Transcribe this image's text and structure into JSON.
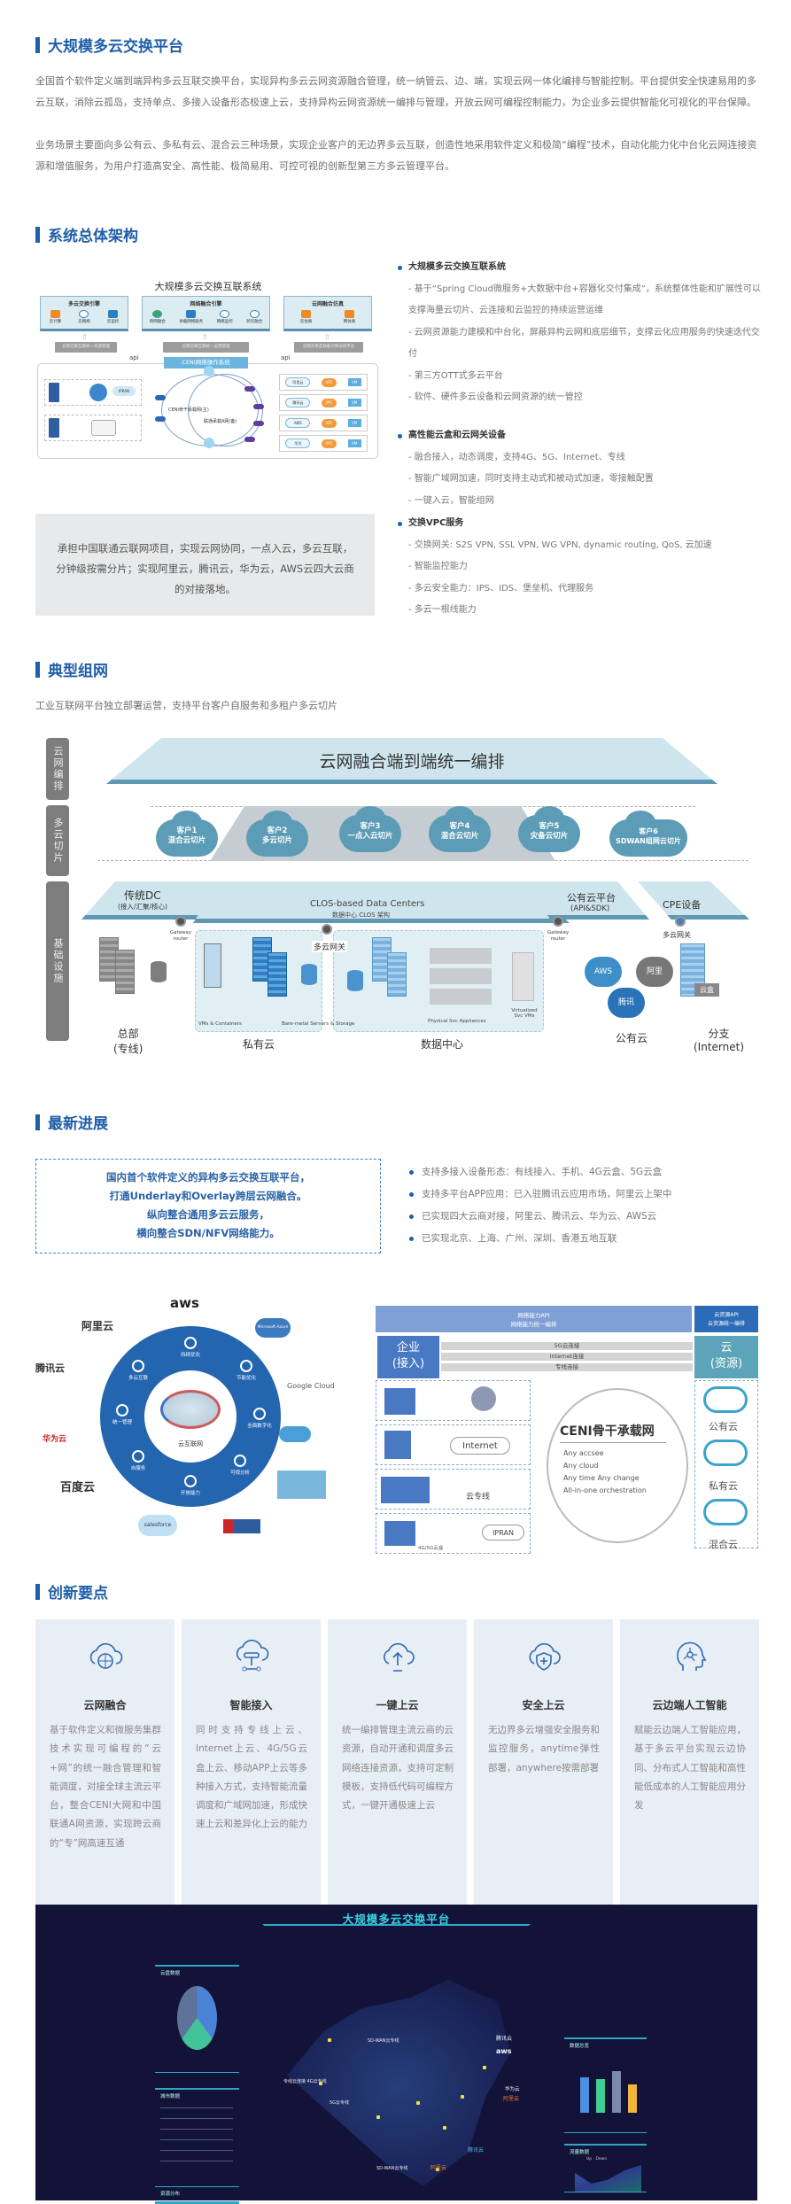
{
  "section1": {
    "title": "大规模多云交换平台",
    "paragraphs": [
      "全国首个软件定义端到端异构多云互联交换平台，实现异构多云云网资源融合管理，统一纳管云、边、端，实现云网一体化编排与智能控制。平台提供安全快速易用的多云互联，消除云孤岛，支持单点、多接入设备形态极速上云，支持异构云网资源统一编排与管理，开放云网可编程控制能力，为企业多云提供智能化可视化的平台保障。",
      "业务场景主要面向多公有云、多私有云、混合云三种场景，实现企业客户的无边界多云互联，创造性地采用软件定义和极简“编程”技术，自动化能力化中台化云网连接资源和增值服务，为用户打造高安全、高性能、极简易用、可控可视的创新型第三方多云管理平台。"
    ]
  },
  "section2": {
    "title": "系统总体架构",
    "diagram": {
      "title": "大规模多云交换互联系统",
      "engines": [
        {
          "title": "多云交换引擎",
          "items": [
            "云计算",
            "云网络",
            "云监控"
          ],
          "base": "云网交换互联统一资源管理"
        },
        {
          "title": "网络融合引擎",
          "items": [
            "跨网融合",
            "承载网络服务",
            "网络监控",
            "跨云融合"
          ],
          "base": "云网交换互联统一运营管理"
        },
        {
          "title": "云网融合仿真",
          "items": [
            "云仿真",
            "网仿真"
          ],
          "base": "云网交换互联能力和试验平台"
        }
      ],
      "api_left": "api",
      "api_right": "api",
      "os_label": "CENI网络操作系统",
      "ring_main": "CENI骨干承载网(主)",
      "ring_backup": "联通承载A网(备)",
      "ipran": "IPRAN",
      "clouds": [
        "阿里云",
        "腾讯云",
        "AWS",
        "华为"
      ],
      "vpc": "VPC",
      "vm": "VM"
    },
    "quote": "承担中国联通云联网项目，实现云网协同，一点入云，多云互联，分钟级按需分片；实现阿里云，腾讯云，华为云，AWS云四大云商的对接落地。",
    "bullets": [
      {
        "heading": "大规模多云交换互联系统",
        "items": [
          "- 基于“Spring Cloud微服务+大数据中台+容器化交付集成”，系统整体性能和扩展性可以支撑海量云切片、云连接和云监控的持续运营运维",
          "- 云网资源能力建模和中台化，屏蔽异构云网和底层细节，支撑云化应用服务的快速迭代交付",
          "- 第三方OTT式多云平台",
          "- 软件、硬件多云设备和云网资源的统一管控"
        ]
      },
      {
        "heading": "高性能云盒和云网关设备",
        "items": [
          "- 融合接入，动态调度，支持4G、5G、Internet、专线",
          "- 智能广域网加速，同时支持主动式和被动式加速，零接触配置",
          "- 一键入云，智能组网"
        ]
      },
      {
        "heading": "交换VPC服务",
        "items": [
          "- 交换网关: S2S VPN, SSL VPN, WG VPN, dynamic routing, QoS, 云加速",
          "- 智能监控能力",
          "- 多云安全能力：IPS、IDS、堡垒机、代理服务",
          "- 多云一根线能力"
        ]
      }
    ]
  },
  "section3": {
    "title": "典型组网",
    "subtitle": "工业互联网平台独立部署运营，支持平台客户自服务和多租户多云切片",
    "side_tabs": [
      "云网编排",
      "多云切片",
      "基础设施"
    ],
    "orchestration": "云网融合端到端统一编排",
    "slices": [
      {
        "name": "客户1",
        "desc": "混合云切片"
      },
      {
        "name": "客户2",
        "desc": "多云切片"
      },
      {
        "name": "客户3",
        "desc": "一点入云切片"
      },
      {
        "name": "客户4",
        "desc": "混合云切片"
      },
      {
        "name": "客户5",
        "desc": "灾备云切片"
      },
      {
        "name": "客户6",
        "desc": "SDWAN组网云切片"
      }
    ],
    "infra": {
      "traditional_dc": "传统DC",
      "traditional_dc_sub": "(接入/汇聚/核心)",
      "clos": "CLOS-based Data Centers",
      "clos_sub": "数据中心 CLOS 架构",
      "public_platform": "公有云平台",
      "public_platform_sub": "(API&SDK)",
      "cpe": "CPE设备",
      "gateway_router": "Gateway router",
      "multicloud_gw": "多云网关",
      "vms": "VMs & Containers",
      "baremetal": "Bare-metal Servers & Storage",
      "physical": "Physical Svc Appliances",
      "virtualized": "Virtualized Svc VMs",
      "aws": "AWS",
      "ali": "阿里",
      "tencent": "腾讯",
      "cloudbox": "云盒",
      "bottom": [
        {
          "label": "总部",
          "sub": "(专线)"
        },
        {
          "label": "私有云",
          "sub": ""
        },
        {
          "label": "数据中心",
          "sub": ""
        },
        {
          "label": "公有云",
          "sub": ""
        },
        {
          "label": "分支",
          "sub": "(Internet)"
        }
      ]
    }
  },
  "section4": {
    "title": "最新进展",
    "highlight": [
      "国内首个软件定义的异构多云交换互联平台，",
      "打通Underlay和Overlay跨层云网融合。",
      "纵向整合通用多云云服务，",
      "横向整合SDN/NFV网络能力。"
    ],
    "bullets": [
      "支持多接入设备形态：有线接入、手机、4G云盒、5G云盒",
      "支持多平台APP应用：已入驻腾讯云应用市场，阿里云上架中",
      "已实现四大云商对接，阿里云、腾讯云、华为云、AWS云",
      "已实现北京、上海、广州、深圳、香港五地互联"
    ],
    "ring": {
      "center": "云互联网",
      "items": [
        "持续优化",
        "节能优化",
        "全面数字化",
        "可视分析",
        "开放能力",
        "自服务",
        "统一管理",
        "多云互联"
      ],
      "vendors": [
        "aws",
        "阿里云",
        "腾讯云",
        "华为云",
        "百度云",
        "Google Cloud",
        "salesforce",
        "Microsoft Azure"
      ]
    },
    "ceni": {
      "top_api": "网络能力API",
      "top_api_sub": "网络能力统一编排",
      "cloud_api": "云资源API",
      "cloud_api_sub": "云资源统一编排",
      "enterprise": "企业",
      "enterprise_sub": "(接入)",
      "cloud": "云",
      "cloud_sub": "(资源)",
      "links": [
        "5G云连接",
        "internet连接",
        "专线连接"
      ],
      "core": "CENI骨干承载网",
      "slogans": [
        "Any accsee",
        "Any cloud",
        "Any time Any change",
        "All-in-one orchestration"
      ],
      "internet": "Internet",
      "private_line": "云专线",
      "ipran": "IPRAN",
      "box": "4G/5G云盒",
      "cloud_types": [
        "公有云",
        "私有云",
        "混合云"
      ]
    }
  },
  "section5": {
    "title": "创新要点",
    "cards": [
      {
        "icon": "cloud-network-icon",
        "title": "云网融合",
        "desc": "基于软件定义和微服务集群技术实现可编程的“云+网”的统一融合管理和智能调度，对接全球主流云平台，整合CENI大网和中国联通A网资源，实现跨云商的“专”网高速互通"
      },
      {
        "icon": "cloud-access-icon",
        "title": "智能接入",
        "desc": "同时支持专线上云、Internet上云、4G/5G云盒上云、移动APP上云等多种接入方式，支持智能流量调度和广域网加速，形成快速上云和差异化上云的能力"
      },
      {
        "icon": "cloud-upload-icon",
        "title": "一键上云",
        "desc": "统一编排管理主流云商的云资源，自动开通和调度多云网络连接资源，支持可定制模板，支持低代码可编程方式，一键开通极速上云"
      },
      {
        "icon": "cloud-shield-icon",
        "title": "安全上云",
        "desc": "无边界多云增强安全服务和监控服务，anytime弹性部署，anywhere按需部署"
      },
      {
        "icon": "ai-head-icon",
        "title": "云边端人工智能",
        "desc": "赋能云边端人工智能应用，基于多云平台实现云边协同、分布式人工智能和高性能低成本的人工智能应用分发"
      }
    ]
  },
  "dashboard": {
    "title": "大规模多云交换平台",
    "panels": [
      "云盘数据",
      "城市数据",
      "资源分布",
      "数据总览",
      "流量数据"
    ],
    "legend": [
      "Up",
      "Down"
    ],
    "bars": [
      1450,
      1400,
      1700,
      1150
    ],
    "bar_colors": [
      "#4f8fe0",
      "#3fcf95",
      "#7b8aa8",
      "#f0b53a"
    ],
    "map_labels": [
      "SD-WAN云专线",
      "SD-WAN云专线",
      "5G云专线",
      "专线云连接 4G云专线"
    ],
    "vendors": [
      "腾讯云",
      "aws",
      "华为云",
      "阿里云",
      "阿里云",
      "腾讯云"
    ]
  },
  "colors": {
    "accent": "#1f5ea8",
    "card_bg": "#e8eef6",
    "quote_bg": "#e8e9ea"
  }
}
